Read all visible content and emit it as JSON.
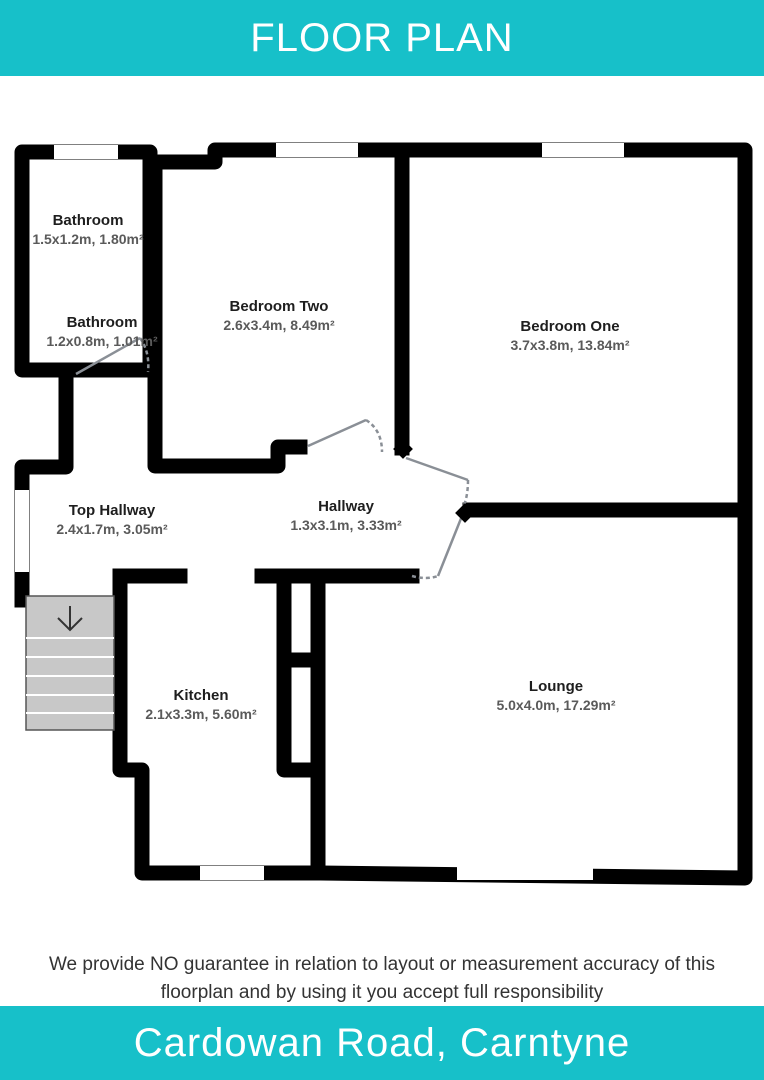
{
  "header": {
    "title": "FLOOR PLAN"
  },
  "footer": {
    "address": "Cardowan Road, Carntyne"
  },
  "disclaimer": {
    "line1": "We provide NO guarantee in relation to layout or measurement accuracy of this",
    "line2": "floorplan and by using it you accept full responsibility"
  },
  "colors": {
    "accent": "#17c0c9",
    "wall": "#000000",
    "door": "#8a8f96",
    "stairs": "#c8c8c8"
  },
  "rooms": {
    "bathroom_1": {
      "name": "Bathroom",
      "dims": "1.5x1.2m, 1.80m²"
    },
    "bathroom_2": {
      "name": "Bathroom",
      "dims": "1.2x0.8m, 1.01m²"
    },
    "bedroom_two": {
      "name": "Bedroom Two",
      "dims": "2.6x3.4m, 8.49m²"
    },
    "bedroom_one": {
      "name": "Bedroom One",
      "dims": "3.7x3.8m, 13.84m²"
    },
    "top_hallway": {
      "name": "Top Hallway",
      "dims": "2.4x1.7m, 3.05m²"
    },
    "hallway": {
      "name": "Hallway",
      "dims": "1.3x3.1m, 3.33m²"
    },
    "kitchen": {
      "name": "Kitchen",
      "dims": "2.1x3.3m, 5.60m²"
    },
    "lounge": {
      "name": "Lounge",
      "dims": "5.0x4.0m, 17.29m²"
    }
  },
  "stairs": {
    "icon": "arrow-down-icon"
  }
}
